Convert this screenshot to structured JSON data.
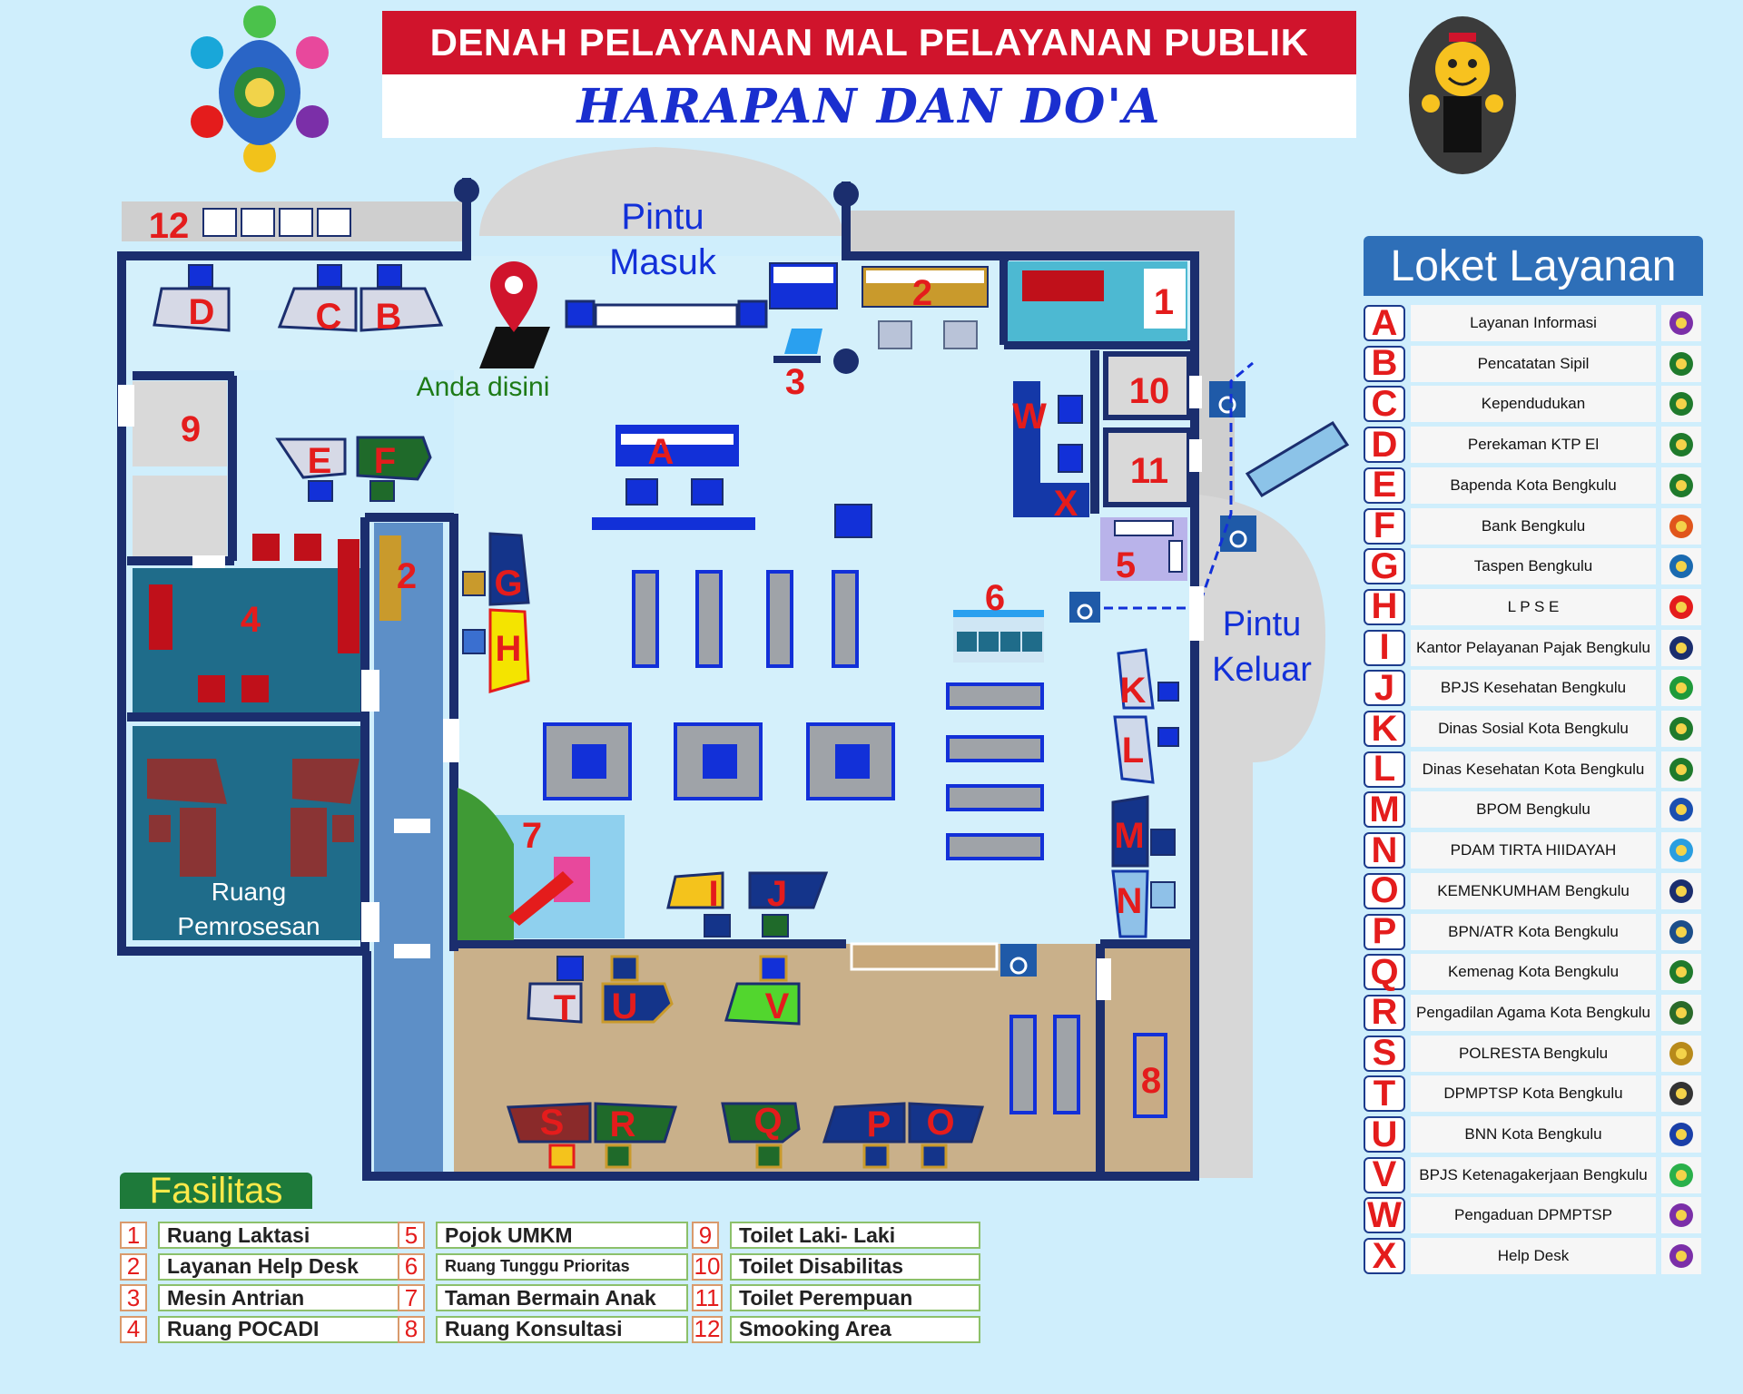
{
  "header": {
    "title": "DENAH PELAYANAN  MAL PELAYANAN PUBLIK",
    "subtitle": "HARAPAN DAN DO'A"
  },
  "map": {
    "entrance_label_1": "Pintu",
    "entrance_label_2": "Masuk",
    "exit_label_1": "Pintu",
    "exit_label_2": "Keluar",
    "you_are_here": "Anda disini",
    "processing_room_1": "Ruang",
    "processing_room_2": "Pemrosesan",
    "room_numbers": [
      "1",
      "2",
      "3",
      "4",
      "5",
      "6",
      "7",
      "8",
      "9",
      "10",
      "11",
      "12",
      "2"
    ],
    "counters": [
      "A",
      "B",
      "C",
      "D",
      "E",
      "F",
      "G",
      "H",
      "I",
      "J",
      "K",
      "L",
      "M",
      "N",
      "O",
      "P",
      "Q",
      "R",
      "S",
      "T",
      "U",
      "V",
      "W",
      "X"
    ]
  },
  "loket": {
    "title": "Loket Layanan",
    "items": [
      {
        "letter": "A",
        "name": "Layanan Informasi",
        "icon": "mpp-logo-icon"
      },
      {
        "letter": "B",
        "name": "Pencatatan Sipil",
        "icon": "city-emblem-icon"
      },
      {
        "letter": "C",
        "name": "Kependudukan",
        "icon": "city-emblem-icon"
      },
      {
        "letter": "D",
        "name": "Perekaman KTP El",
        "icon": "city-emblem-icon"
      },
      {
        "letter": "E",
        "name": "Bapenda Kota Bengkulu",
        "icon": "city-emblem-icon"
      },
      {
        "letter": "F",
        "name": "Bank Bengkulu",
        "icon": "bank-bengkulu-icon"
      },
      {
        "letter": "G",
        "name": "Taspen Bengkulu",
        "icon": "taspen-icon"
      },
      {
        "letter": "H",
        "name": "L P S E",
        "icon": "lpse-icon"
      },
      {
        "letter": "I",
        "name": "Kantor Pelayanan Pajak Bengkulu",
        "icon": "tax-office-icon"
      },
      {
        "letter": "J",
        "name": "BPJS Kesehatan Bengkulu",
        "icon": "bpjs-kesehatan-icon"
      },
      {
        "letter": "K",
        "name": "Dinas Sosial Kota Bengkulu",
        "icon": "city-emblem-icon"
      },
      {
        "letter": "L",
        "name": "Dinas Kesehatan Kota Bengkulu",
        "icon": "city-emblem-icon"
      },
      {
        "letter": "M",
        "name": "BPOM Bengkulu",
        "icon": "bpom-icon"
      },
      {
        "letter": "N",
        "name": "PDAM TIRTA HIIDAYAH",
        "icon": "pdam-icon"
      },
      {
        "letter": "O",
        "name": "KEMENKUMHAM Bengkulu",
        "icon": "kemenkumham-icon"
      },
      {
        "letter": "P",
        "name": "BPN/ATR Kota Bengkulu",
        "icon": "bpn-icon"
      },
      {
        "letter": "Q",
        "name": "Kemenag Kota Bengkulu",
        "icon": "kemenag-icon"
      },
      {
        "letter": "R",
        "name": "Pengadilan Agama Kota Bengkulu",
        "icon": "court-icon"
      },
      {
        "letter": "S",
        "name": "POLRESTA Bengkulu",
        "icon": "police-icon"
      },
      {
        "letter": "T",
        "name": "DPMPTSP Kota Bengkulu",
        "icon": "dpmptsp-icon"
      },
      {
        "letter": "U",
        "name": "BNN Kota Bengkulu",
        "icon": "bnn-icon"
      },
      {
        "letter": "V",
        "name": "BPJS Ketenagakerjaan Bengkulu",
        "icon": "bpjs-tk-icon"
      },
      {
        "letter": "W",
        "name": "Pengaduan DPMPTSP",
        "icon": "mpp-logo-icon"
      },
      {
        "letter": "X",
        "name": "Help Desk",
        "icon": "mpp-logo-icon"
      }
    ]
  },
  "fasilitas": {
    "title": "Fasilitas",
    "items": [
      {
        "num": "1",
        "name": "Ruang Laktasi"
      },
      {
        "num": "2",
        "name": "Layanan Help Desk"
      },
      {
        "num": "3",
        "name": "Mesin Antrian"
      },
      {
        "num": "4",
        "name": "Ruang POCADI"
      },
      {
        "num": "5",
        "name": "Pojok UMKM"
      },
      {
        "num": "6",
        "name": "Ruang Tunggu  Prioritas"
      },
      {
        "num": "7",
        "name": "Taman Bermain Anak"
      },
      {
        "num": "8",
        "name": "Ruang Konsultasi"
      },
      {
        "num": "9",
        "name": "Toilet Laki- Laki"
      },
      {
        "num": "10",
        "name": "Toilet Disabilitas"
      },
      {
        "num": "11",
        "name": "Toilet Perempuan"
      },
      {
        "num": "12",
        "name": "Smooking Area"
      }
    ]
  },
  "colors": {
    "background": "#cfeefc",
    "wall": "#1b2e6e",
    "title_red": "#d0142c",
    "subtitle_blue": "#1a2fcf",
    "counter_letter_red": "#e41c1c",
    "floor_wood": "#c9b08a"
  }
}
